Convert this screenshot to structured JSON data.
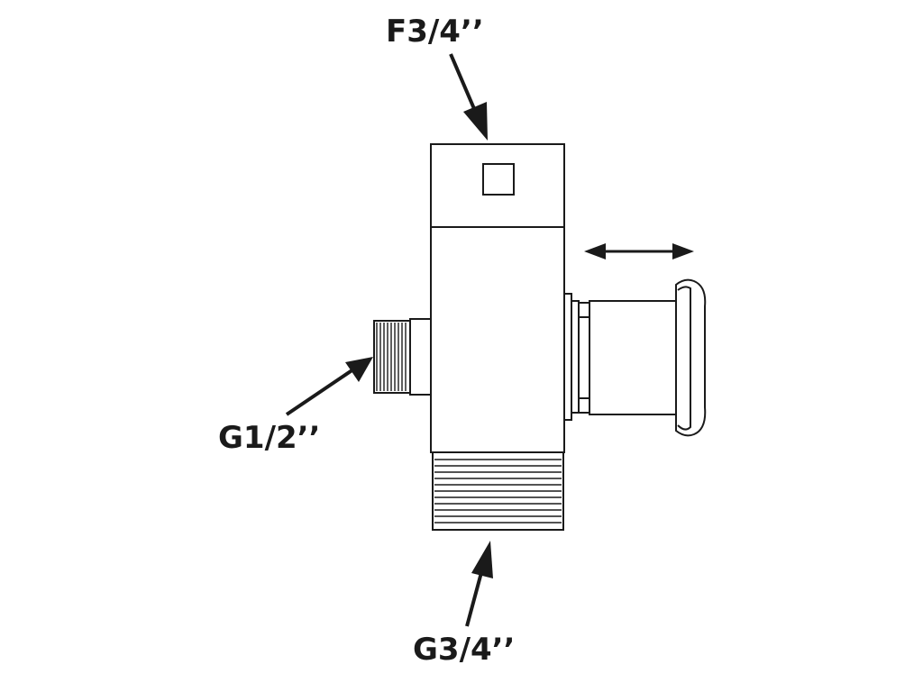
{
  "labels": {
    "top_outlet": "F3/4’’",
    "side_outlet": "G1/2’’",
    "bottom_inlet": "G3/4’’"
  },
  "colors": {
    "line": "#1a1a1a",
    "background": "#ffffff"
  },
  "icons": {
    "handle_motion": "double-headed-arrow"
  }
}
